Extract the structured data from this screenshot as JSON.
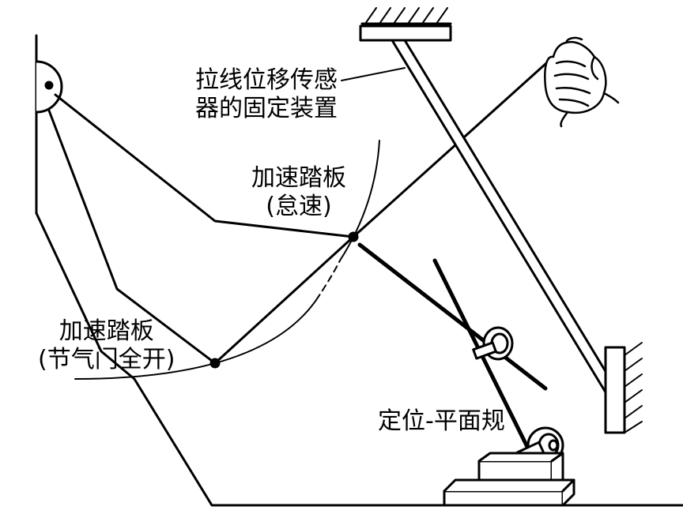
{
  "labels": {
    "sensor_mount": {
      "line1": "拉线位移传感",
      "line2": "器的固定装置"
    },
    "pedal_idle": {
      "line1": "加速踏板",
      "line2": "(怠速)"
    },
    "pedal_full": {
      "line1": "加速踏板",
      "line2": "(节气门全开)"
    },
    "positioning_gauge": "定位-平面规"
  },
  "colors": {
    "ink": "#000000",
    "background": "#ffffff"
  },
  "icons": [
    "hand-icon",
    "pulley-icon",
    "dial-gauge-icon",
    "hatch-wall-icon"
  ]
}
